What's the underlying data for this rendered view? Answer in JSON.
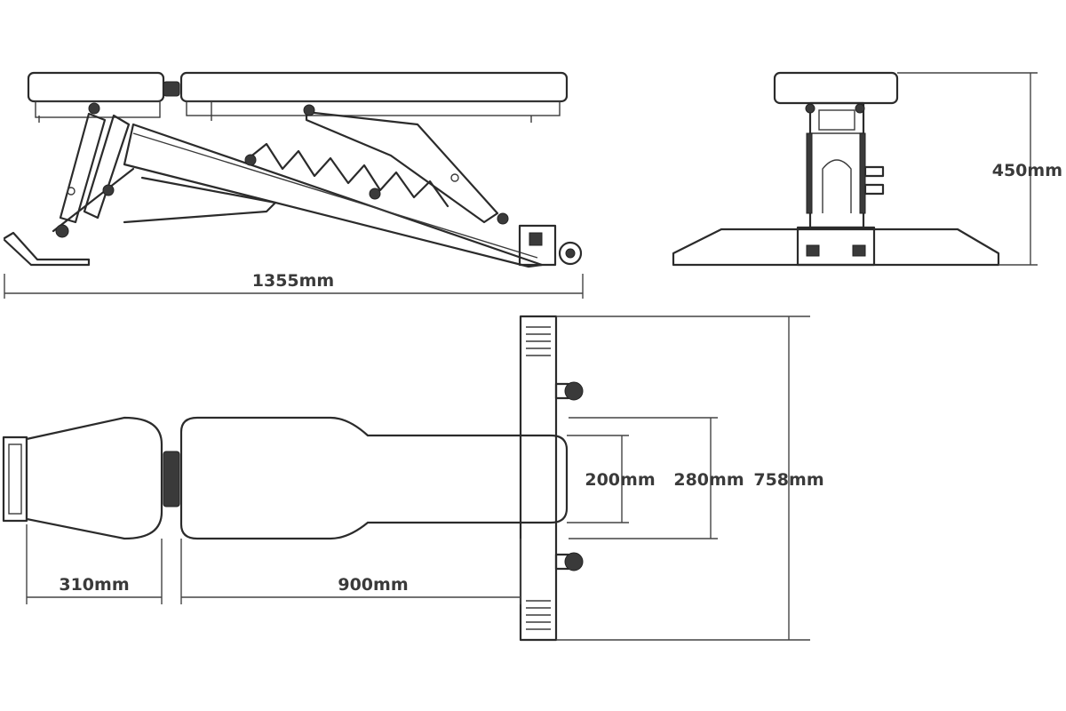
{
  "dimensions": {
    "side_length": "1355mm",
    "height": "450mm",
    "seat_length": "310mm",
    "back_length": "900mm",
    "width_narrow": "200mm",
    "width_back": "280mm",
    "width_base": "758mm"
  },
  "colors": {
    "line": "#2b2b2b",
    "text": "#3a3a3a",
    "background": "#ffffff"
  }
}
